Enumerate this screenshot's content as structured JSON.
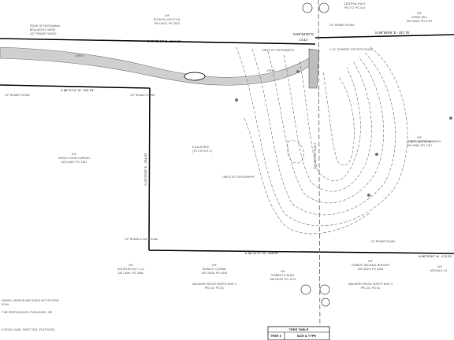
{
  "plat": {
    "road": {
      "title_lines": [
        "ROAD OF NEONAMAN",
        "BEAUMONT DRIVE",
        "1/2\" REBAR FOUND"
      ]
    },
    "owners": {
      "top_center": [
        "N/F",
        "GLEN FILLING ET AL",
        "DB 19042, PG 1813"
      ],
      "top_right": [
        "CENTRAL RALS",
        "PB 272, PG 414"
      ],
      "top_far_right": [
        "N/F",
        "CRAVE HILL",
        "DB 10002, PG 4779"
      ],
      "left_parcel": [
        "N/F",
        "BRADY JOHN CURRAN",
        "DB 10462, PG 2161"
      ],
      "right_side": [
        "N/F",
        "STATE CAROLINA",
        "DB 10460, PG 1761"
      ],
      "bottom_1": [
        "N/F",
        "DOLEN BYOA T, LLC",
        "DB 14461, PG 2680"
      ],
      "bottom_2": [
        "N/F",
        "DIANA N. COLBAL",
        "DB 14426, PG 4030",
        "WALNERS RIDGE NORTH UNIT 4",
        "PB 142, PG 61"
      ],
      "bottom_3": [
        "N/F",
        "ROBERT & RUBY",
        "DB 15133, PG 1274"
      ],
      "bottom_4": [
        "N/F",
        "ROBERT MICHAEL BOHLER",
        "DB 15024, PG 4346",
        "WALNERS RIDGE NORTH UNIT 4",
        "PB 134, PG 61"
      ],
      "bottom_right": [
        "N/F",
        "MICHAEL JO..."
      ]
    },
    "bearings": {
      "north_line": "S 89°53'49\" E - 564.06'",
      "north_short": "N 89°54'30\" E",
      "north_short_dist": "14.42'",
      "north_right": "N 88°59'59\" E - 327.75'",
      "inner_top": "S 86°11'14\" W - 251.93'",
      "inner_left": "N 00°29'56\" E - 254.82'",
      "south_line": "N 88°10'27\" W - 446.20'",
      "south_right": "N 88°29'59\" W - 172.23'"
    },
    "notes": {
      "rebar_found_1": "1/2\" REBAR FOUND",
      "rebar_found_2": "1/2\" REBAR FOUND",
      "rebar_found_3": "1/2\" REBAR FOUND",
      "rebar_cap": "1/2\" REBAR & CAP FOUND",
      "crimped_pipe": "1-1/2\" CRIMPED TOP PIPE FOUND",
      "area": [
        "5.444 ACRES",
        "(TO CTR 237.1')"
      ],
      "topo_1": "LIMITS OF TOPOGRAPHY",
      "topo_2": "LIMITS OF TOPOGRAPHY",
      "topo_3": "LIMITS OF TOPOGRAPHY",
      "creek": "CREEK",
      "creek2": "CREEK",
      "centerline": "CENTERLINE TRACT",
      "left_rebar": "1/2\" REBAR FOUND"
    },
    "footnotes": [
      "NAMED HEREON AND DOES NOT EXTEND",
      "SOAL.",
      "",
      "T BE REPRODUCED, PUBLISHED, OR",
      "",
      "",
      "D BOOK 10461, PAGE 2161, PLAT BOOK"
    ],
    "tree_table": {
      "title": "TREE TABLE",
      "col1": "TREE #",
      "col2": "SIZE & TYPE"
    },
    "colors": {
      "line": "#111111",
      "contour": "#8a8a8a",
      "creek_fill": "#cfcfcf",
      "text": "#555555"
    }
  }
}
